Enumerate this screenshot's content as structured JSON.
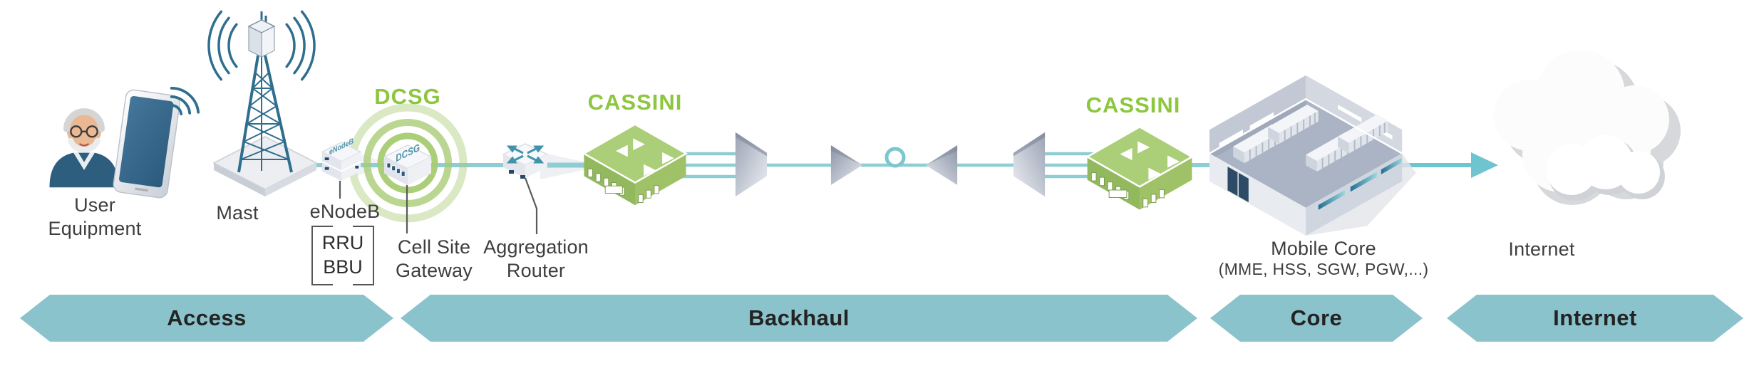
{
  "nodes": {
    "user_equipment": {
      "line1": "User",
      "line2": "Equipment"
    },
    "mast": {
      "label": "Mast"
    },
    "enodeb": {
      "label": "eNodeB",
      "device_text": "eNodeB",
      "box_items": [
        "RRU",
        "BBU"
      ]
    },
    "cell_site_gateway": {
      "badge": "DCSG",
      "device_text": "DCSG",
      "line1": "Cell Site",
      "line2": "Gateway"
    },
    "aggregation_router": {
      "line1": "Aggregation",
      "line2": "Router"
    },
    "cassini_left": {
      "badge": "CASSINI"
    },
    "cassini_right": {
      "badge": "CASSINI"
    },
    "mobile_core": {
      "label": "Mobile Core",
      "sublabel": "(MME, HSS, SGW, PGW,...)"
    },
    "internet": {
      "label": "Internet"
    }
  },
  "bands": [
    {
      "label": "Access"
    },
    {
      "label": "Backhaul"
    },
    {
      "label": "Core"
    },
    {
      "label": "Internet"
    }
  ],
  "colors": {
    "band_teal": "#8ac3cb",
    "line_teal": "#8ecdd4",
    "arrow_teal": "#6ec4cf",
    "accent_green": "#8dc63f",
    "device_green": "#a9cd74",
    "tower_blue": "#2f6e8e",
    "label_text": "#3e3e40",
    "band_text": "#232323"
  }
}
